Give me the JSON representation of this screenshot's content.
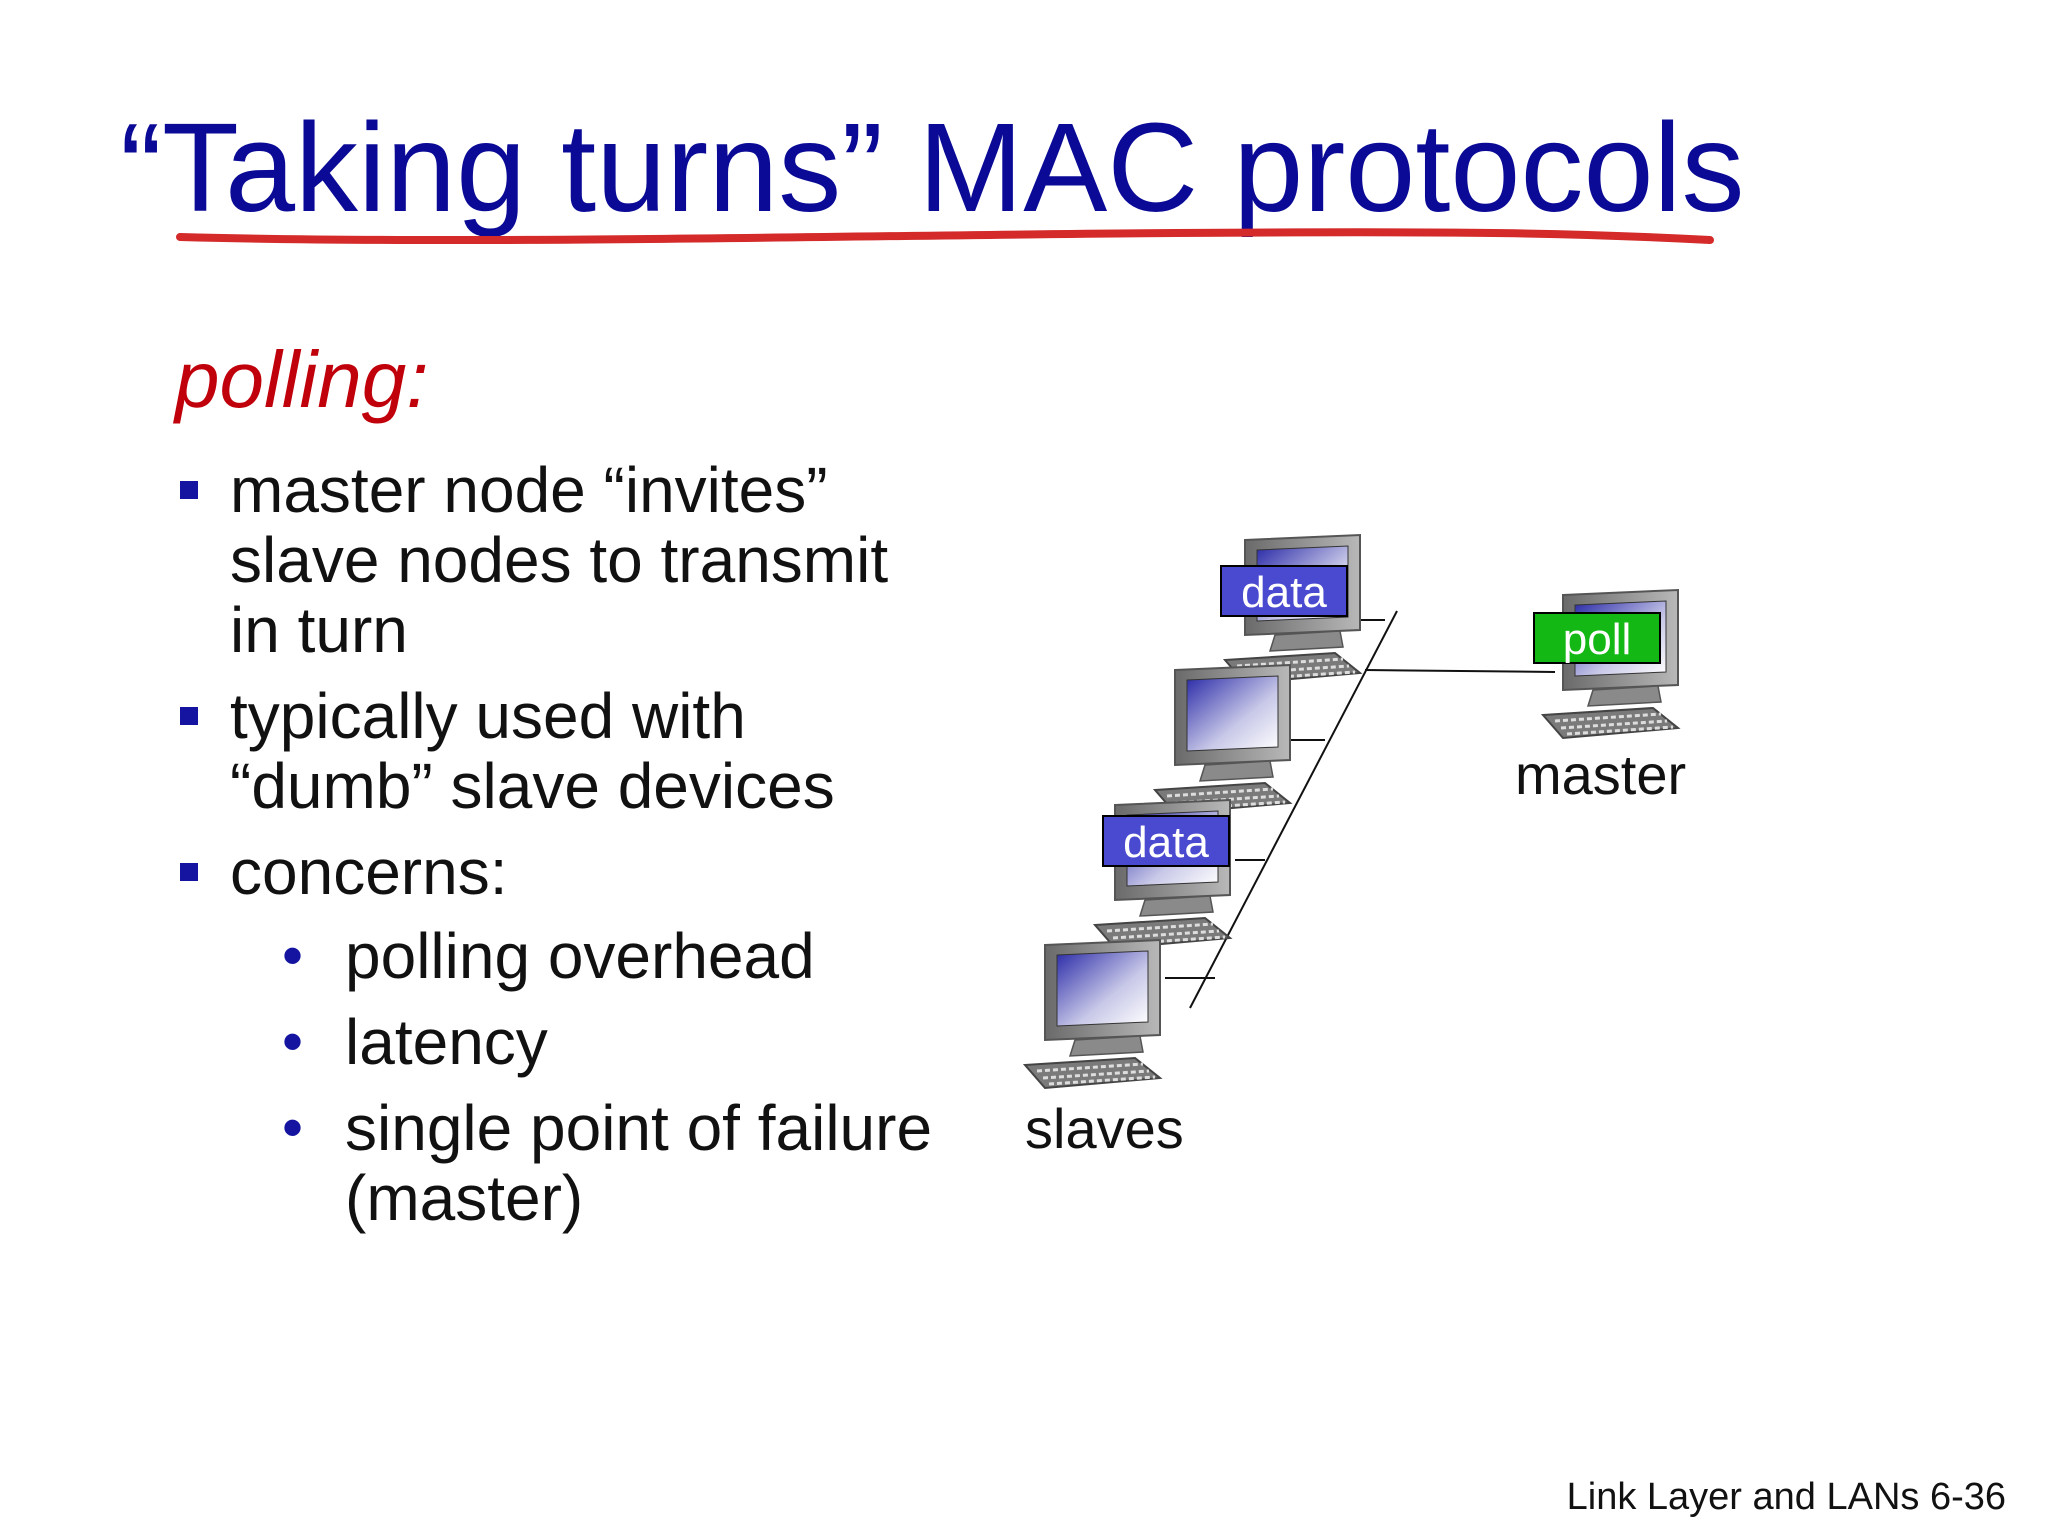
{
  "slide": {
    "title": "“Taking turns” MAC protocols",
    "subtitle": "polling:",
    "colors": {
      "title": "#0a0a96",
      "subtitle": "#c0000a",
      "underline": "#d42a2a",
      "bullet_marker": "#1414a0",
      "tag_data": "#4a4ad0",
      "tag_poll": "#14b814"
    },
    "bullets": [
      {
        "text": "master node “invites” slave nodes to transmit in turn"
      },
      {
        "text": "typically used with “dumb” slave devices"
      },
      {
        "text": "concerns:"
      }
    ],
    "subbullets": [
      {
        "text": "polling overhead"
      },
      {
        "text": "latency"
      },
      {
        "text": "single point of failure (master)"
      }
    ]
  },
  "diagram": {
    "master_label": "master",
    "slaves_label": "slaves",
    "poll_tag": "poll",
    "data_tag_1": "data",
    "data_tag_2": "data",
    "icons": [
      "computer-icon",
      "computer-icon",
      "computer-icon",
      "computer-icon",
      "computer-icon"
    ]
  },
  "footer": {
    "text": "Link Layer and LANs  6-36"
  }
}
